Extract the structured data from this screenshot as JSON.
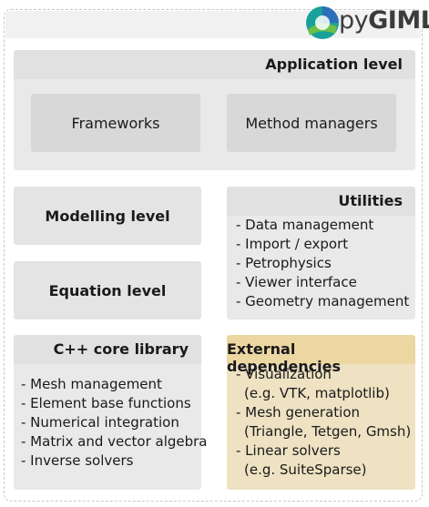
{
  "logo": {
    "prefix": "py",
    "name": "GIMLi",
    "colors": {
      "teal": "#1aa09a",
      "blue": "#2d6fb8",
      "green": "#6cc04a"
    }
  },
  "application": {
    "title": "Application level",
    "frameworks": "Frameworks",
    "method_managers": "Method managers"
  },
  "modelling": {
    "title": "Modelling level"
  },
  "equation": {
    "title": "Equation level"
  },
  "utilities": {
    "title": "Utilities",
    "items": [
      "- Data management",
      "- Import / export",
      "- Petrophysics",
      "- Viewer interface",
      "- Geometry management"
    ]
  },
  "core": {
    "title": "C++ core library",
    "items": [
      "- Mesh management",
      "- Element base functions",
      "- Numerical integration",
      "- Matrix and vector algebra",
      "- Inverse solvers"
    ]
  },
  "external": {
    "title": "External dependencies",
    "items": [
      "- Visualization",
      "(e.g. VTK, matplotlib)",
      "- Mesh generation",
      "(Triangle, Tetgen, Gmsh)",
      "- Linear solvers",
      "(e.g. SuiteSparse)"
    ]
  }
}
